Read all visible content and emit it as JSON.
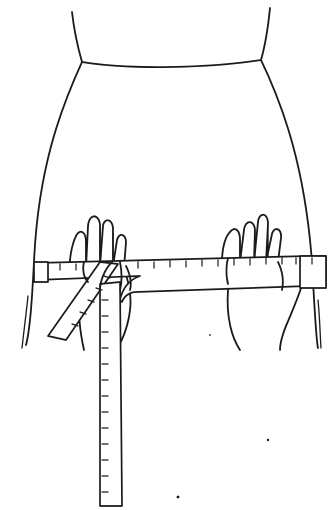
{
  "illustration": {
    "subject": "hip-measurement-with-tape",
    "ink_color": "#1a1a1a",
    "paper_color": "#ffffff",
    "icons": [
      "torso-outline",
      "left-hand",
      "right-hand",
      "measuring-tape"
    ]
  }
}
